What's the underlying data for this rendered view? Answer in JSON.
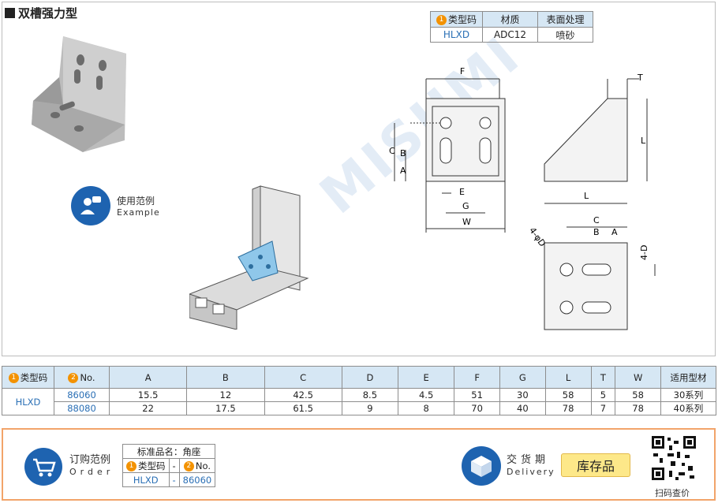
{
  "title": "双槽强力型",
  "material_table": {
    "headers": [
      "类型码",
      "材质",
      "表面处理"
    ],
    "header_badge": "1",
    "row": [
      "HLXD",
      "ADC12",
      "喷砂"
    ]
  },
  "watermark": "MISUMI",
  "usage": {
    "label_cn": "使用范例",
    "label_en": "Example"
  },
  "drawing_labels": {
    "F": "F",
    "T": "T",
    "L": "L",
    "C": "C",
    "B": "B",
    "A": "A",
    "E": "E",
    "G": "G",
    "W": "W",
    "phiD": "4-φD",
    "fourD": "4-D"
  },
  "spec_table": {
    "headers": [
      "类型码",
      "No.",
      "A",
      "B",
      "C",
      "D",
      "E",
      "F",
      "G",
      "L",
      "T",
      "W",
      "适用型材"
    ],
    "badge1": "1",
    "badge2": "2",
    "type_code": "HLXD",
    "rows": [
      [
        "86060",
        "15.5",
        "12",
        "42.5",
        "8.5",
        "4.5",
        "51",
        "30",
        "58",
        "5",
        "58",
        "30系列"
      ],
      [
        "88080",
        "22",
        "17.5",
        "61.5",
        "9",
        "8",
        "70",
        "40",
        "78",
        "7",
        "78",
        "40系列"
      ]
    ]
  },
  "order": {
    "label_cn": "订购范例",
    "label_en": "Order",
    "std_name": "标准品名：角座",
    "col1": "类型码",
    "col2": "No.",
    "dash": "-",
    "val1": "HLXD",
    "val2": "86060"
  },
  "delivery": {
    "label_cn": "交货期",
    "label_en": "Delivery",
    "status": "库存品"
  },
  "qr_label": "扫码查价",
  "colors": {
    "accent_blue": "#1e63b0",
    "header_bg": "#d6e7f4",
    "orange": "#f39200",
    "order_border": "#f2a46a",
    "stock_bg": "#fde889"
  }
}
